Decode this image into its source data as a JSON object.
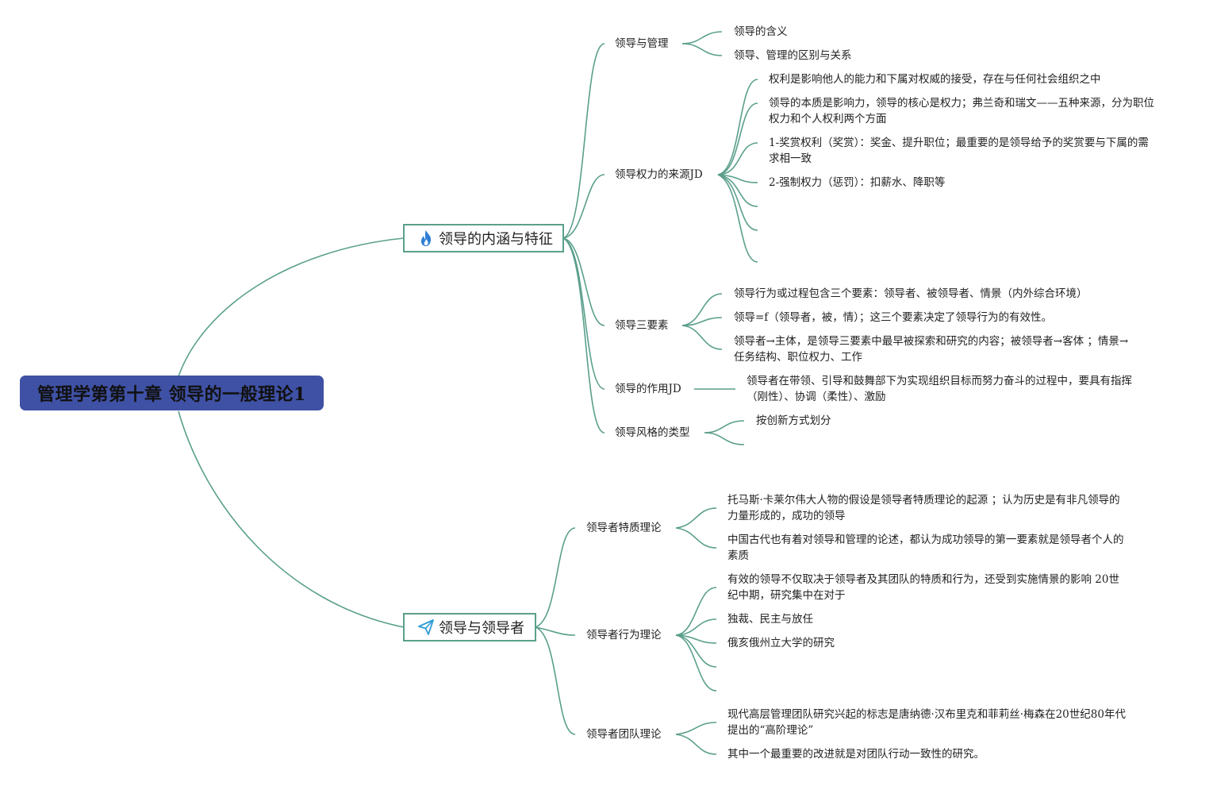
{
  "root": {
    "label": "管理学第第十章 领导的一般理论1"
  },
  "branches": [
    {
      "label": "领导的内涵与特征",
      "icon": "flame-icon",
      "children": [
        {
          "label": "领导与管理",
          "children": [
            "领导的含义",
            "领导、管理的区别与关系"
          ]
        },
        {
          "label": "领导权力的来源JD",
          "children": [
            "权利是影响他人的能力和下属对权威的接受，存在与任何社会组织之中",
            "领导的本质是影响力，领导的核心是权力；弗兰奇和瑞文——五种来源，分为职位权力和个人权利两个方面",
            "1-奖赏权利（奖赏）：奖金、提升职位；最重要的是领导给予的奖赏要与下属的需求相一致",
            "2-强制权力（惩罚）：扣薪水、降职等"
          ]
        },
        {
          "label": "领导三要素",
          "children": [
            "领导行为或过程包含三个要素：领导者、被领导者、情景（内外综合环境）",
            "领导=f（领导者，被，情）；这三个要素决定了领导行为的有效性。",
            "领导者→主体，是领导三要素中最早被探索和研究的内容；被领导者→客体 ；情景→任务结构、职位权力、工作"
          ]
        },
        {
          "label": "领导的作用JD",
          "children": [
            "领导者在带领、引导和鼓舞部下为实现组织目标而努力奋斗的过程中，要具有指挥（刚性）、协调（柔性）、激励"
          ]
        },
        {
          "label": "领导风格的类型",
          "children": [
            "按创新方式划分"
          ]
        }
      ]
    },
    {
      "label": "领导与领导者",
      "icon": "paper-plane-icon",
      "children": [
        {
          "label": "领导者特质理论",
          "children": [
            "托马斯·卡莱尔伟大人物的假设是领导者特质理论的起源 ；认为历史是有非凡领导的力量形成的，成功的领导",
            "中国古代也有着对领导和管理的论述，都认为成功领导的第一要素就是领导者个人的素质"
          ]
        },
        {
          "label": "领导者行为理论",
          "children": [
            "有效的领导不仅取决于领导者及其团队的特质和行为，还受到实施情景的影响 20世纪中期，研究集中在对于",
            "独裁、民主与放任",
            "俄亥俄州立大学的研究"
          ]
        },
        {
          "label": "领导者团队理论",
          "children": [
            "现代高层管理团队研究兴起的标志是唐纳德·汉布里克和菲莉丝·梅森在20世纪80年代提出的“高阶理论”",
            "其中一个最重要的改进就是对团队行动一致性的研究。"
          ]
        }
      ]
    }
  ],
  "colors": {
    "link": "#5a9f8c",
    "root_fill": "#3f51a5",
    "flame": "#2f7fd6",
    "plane": "#2f9bd6"
  }
}
